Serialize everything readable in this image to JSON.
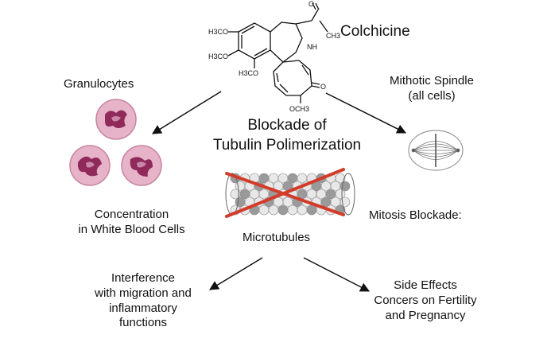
{
  "molecule": {
    "name": "Colchicine",
    "groups": {
      "ome1": "H3CO",
      "ome2": "H3CO",
      "ome3": "H3CO",
      "ome4": "OCH3",
      "nh": "NH",
      "ch3": "CH3",
      "o_keto": "O",
      "o_amide": "O"
    }
  },
  "nodes": {
    "granulocytes": "Granulocytes",
    "spindle": [
      "Mithotic Spindle",
      "(all cells)"
    ],
    "blockade": [
      "Blockade of",
      "Tubulin Polimerization"
    ],
    "concentration": [
      "Concentration",
      "in White Blood Cells"
    ],
    "microtubules": "Microtubules",
    "mitosis": "Mitosis Blockade:",
    "interference": [
      "Interference",
      "with migration and",
      "inflammatory",
      "functions"
    ],
    "side_effects": [
      "Side Effects",
      "Concers on Fertility",
      "and Pregnancy"
    ]
  },
  "colors": {
    "cell_fill": "#e7b3c9",
    "cell_border": "#c7859f",
    "nucleus": "#8f2a5a",
    "tubulin_light": "#e8e8e8",
    "tubulin_dark": "#9a9a9a",
    "cross": "#d23b2a",
    "arrow": "#111111"
  }
}
